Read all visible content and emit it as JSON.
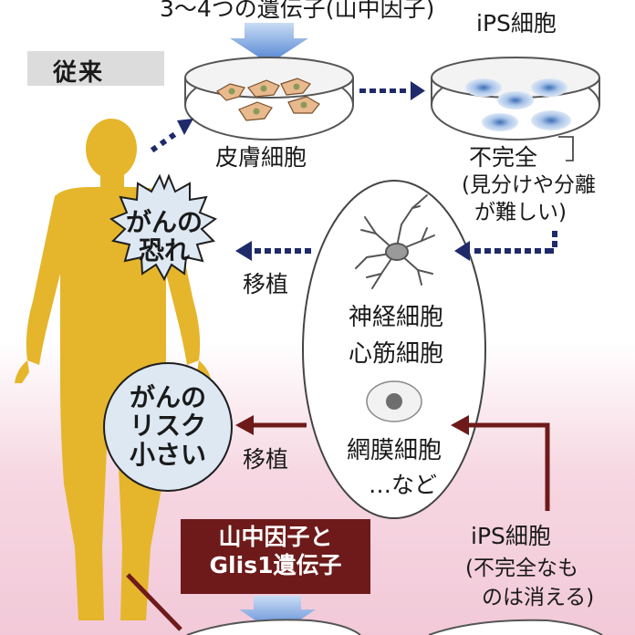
{
  "labels": {
    "genes_top": "3～4つの遺伝子(山中因子)",
    "ips_top": "iPS細胞",
    "conventional": "従来",
    "skin_cells": "皮膚細胞",
    "incomplete": "不完全",
    "incomplete_note_1": "(見分けや分離",
    "incomplete_note_2": "が難しい)",
    "cancer_fear_1": "がんの",
    "cancer_fear_2": "恐れ",
    "transplant_top": "移植",
    "neuron": "神経細胞",
    "cardiomyocyte": "心筋細胞",
    "retina": "網膜細胞",
    "etc": "…など",
    "transplant_bottom": "移植",
    "low_risk_1": "がんの",
    "low_risk_2": "リスク",
    "low_risk_3": "小さい",
    "factor_1": "山中因子と",
    "factor_2": "Glis1遺伝子",
    "ips_bottom": "iPS細胞",
    "ips_bottom_note_1": "(不完全なも",
    "ips_bottom_note_2": "のは消える)"
  },
  "colors": {
    "body_figure": "#e5b52c",
    "navy_arrow": "#1f2a6b",
    "maroon_arrow": "#6e1a1a",
    "blue_arrow": "#5b8fd6",
    "pink_band": "#f6d7e2",
    "bubble_fill": "#dde8f3"
  }
}
